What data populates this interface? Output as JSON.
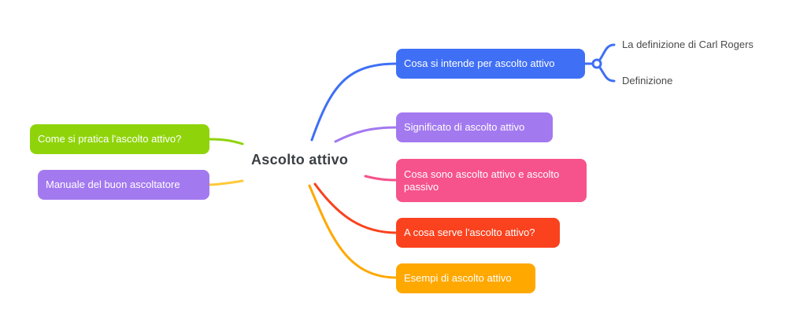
{
  "central_topic": {
    "label": "Ascolto attivo",
    "color": "#3a3f44"
  },
  "left_topics": [
    {
      "label": "Come si pratica l'ascolto attivo?",
      "color": "#8fd40a"
    },
    {
      "label": "Manuale del buon ascoltatore",
      "color": "#a379f0",
      "line_color": "#ffc93a"
    }
  ],
  "right_topics": [
    {
      "label": "Cosa si intende per ascolto attivo",
      "color": "#3f6ff5",
      "subtopics": [
        {
          "label": "La definizione di Carl Rogers"
        },
        {
          "label": "Definizione"
        }
      ]
    },
    {
      "label": "Significato di ascolto attivo",
      "color": "#a379f0"
    },
    {
      "label": "Cosa sono ascolto attivo e ascolto passivo",
      "color": "#f6528b"
    },
    {
      "label": "A cosa serve l'ascolto attivo?",
      "color": "#fa421e"
    },
    {
      "label": "Esempi di ascolto attivo",
      "color": "#ffa800"
    }
  ]
}
